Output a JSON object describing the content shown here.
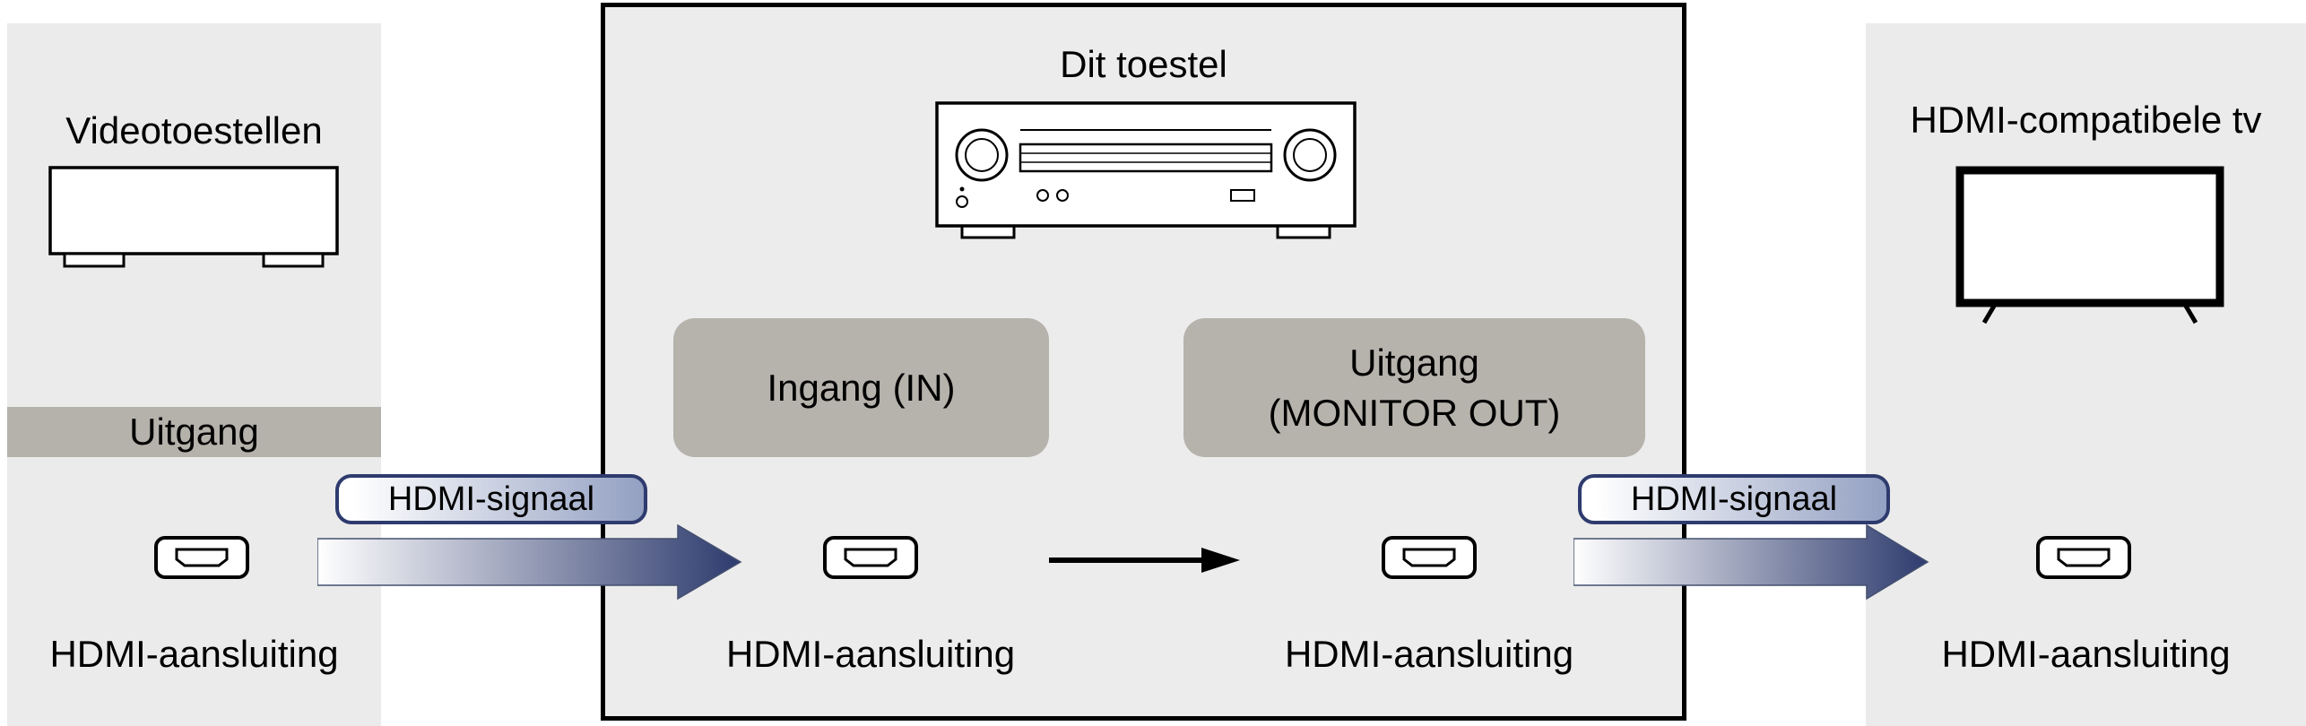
{
  "left_panel": {
    "title": "Videotoestellen",
    "output_badge": "Uitgang",
    "connector_label": "HDMI-aansluiting"
  },
  "center_panel": {
    "title": "Dit toestel",
    "input_badge": "Ingang (IN)",
    "output_badge": {
      "line1": "Uitgang",
      "line2": "(MONITOR OUT)"
    },
    "connector_label_in": "HDMI-aansluiting",
    "connector_label_out": "HDMI-aansluiting"
  },
  "right_panel": {
    "title": "HDMI-compatibele tv",
    "connector_label": "HDMI-aansluiting"
  },
  "signal_arrows": {
    "left_label": "HDMI-signaal",
    "right_label": "HDMI-signaal"
  },
  "icons": {
    "video_device": "video-device-illustration",
    "receiver": "av-receiver-illustration",
    "tv": "tv-illustration",
    "hdmi_port": "hdmi-port-icon",
    "signal_arrow": "hdmi-signal-arrow-icon",
    "flow_arrow": "flow-arrow-icon"
  },
  "colors": {
    "panel_background": "#ebebeb",
    "label_badge_background": "#b5b1ab",
    "signal_navy": "#2e3b6e",
    "outline": "#000000"
  }
}
